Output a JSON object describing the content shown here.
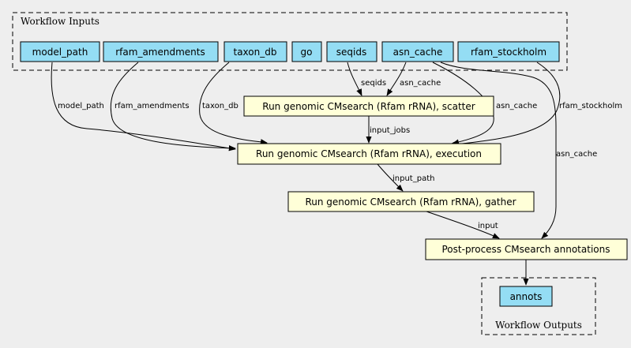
{
  "colors": {
    "background": "#eeeeee",
    "input_node": "#94ddf4",
    "step_node": "#ffffd8",
    "stroke": "#000000"
  },
  "inputs_cluster": {
    "label": "Workflow Inputs"
  },
  "outputs_cluster": {
    "label": "Workflow Outputs"
  },
  "inputs": {
    "model_path": "model_path",
    "rfam_amendments": "rfam_amendments",
    "taxon_db": "taxon_db",
    "go": "go",
    "seqids": "seqids",
    "asn_cache": "asn_cache",
    "rfam_stockholm": "rfam_stockholm"
  },
  "steps": {
    "scatter": "Run genomic CMsearch (Rfam rRNA), scatter",
    "execution": "Run genomic CMsearch (Rfam rRNA), execution",
    "gather": "Run genomic CMsearch (Rfam rRNA), gather",
    "post_process": "Post-process CMsearch annotations"
  },
  "outputs": {
    "annots": "annots"
  },
  "edge_labels": {
    "seqids_scatter": "seqids",
    "asn_cache_scatter": "asn_cache",
    "model_path_execution": "model_path",
    "rfam_amendments_execution": "rfam_amendments",
    "taxon_db_execution": "taxon_db",
    "asn_cache_execution": "asn_cache",
    "rfam_stockholm_execution": "rfam_stockholm",
    "scatter_execution": "input_jobs",
    "execution_gather": "input_path",
    "gather_post": "input",
    "asn_cache_post": "asn_cache"
  }
}
